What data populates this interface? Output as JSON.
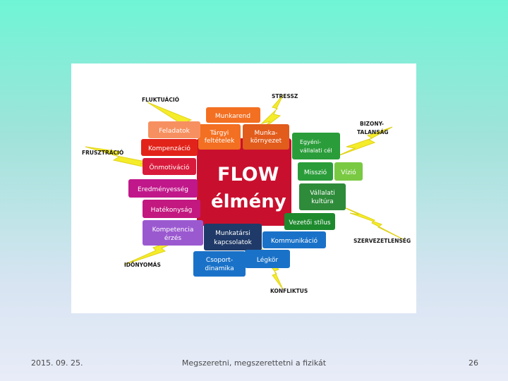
{
  "footer": {
    "date": "2015. 09. 25.",
    "title": "Megszeretni, megszerettetni a fizikát",
    "page": "26"
  },
  "center": {
    "line1": "FLOW",
    "line2": "élmény"
  },
  "boxes": {
    "munkarend": "Munkarend",
    "feladatok": "Feladatok",
    "targyi_1": "Tárgyi",
    "targyi_2": "feltételek",
    "munkakornyezet_1": "Munka-",
    "munkakornyezet_2": "környezet",
    "kompenzacio": "Kompenzáció",
    "egyeni_1": "Egyéni-",
    "egyeni_2": "vállalati cél",
    "onmotivacio": "Önmotiváció",
    "misszio": "Misszió",
    "vizio": "Vízió",
    "eredmenyesseg": "Eredményesség",
    "vallalati_1": "Vállalati",
    "vallalati_2": "kultúra",
    "hatekonysag": "Hatékonyság",
    "vezetoi": "Vezetői stílus",
    "kompetencia_1": "Kompetencia",
    "kompetencia_2": "érzés",
    "munkatarsi_1": "Munkatársi",
    "munkatarsi_2": "kapcsolatok",
    "kommunikacio": "Kommunikáció",
    "csoport_1": "Csoport-",
    "csoport_2": "dinamika",
    "legkor": "Légkör"
  },
  "bolts": {
    "fluktuacio": "FLUKTUÁCIÓ",
    "stressz": "STRESSZ",
    "bizony_1": "BIZONY-",
    "bizony_2": "TALANSÁG",
    "frusztracio": "FRUSZTRÁCIÓ",
    "szervezetlenseg": "SZERVEZETLENSÉG",
    "idonyomas": "IDŐNYOMÁS",
    "konfliktus": "KONFLIKTUS"
  },
  "colors": {
    "center": "#c8102e",
    "orange": "#f36f21",
    "salmon": "#f79060",
    "red": "#e2231a",
    "magenta": "#c0178a",
    "purple": "#9b59d0",
    "navy": "#1f3a68",
    "blue": "#1a72c8",
    "green": "#2a9d3a",
    "lightgreen": "#7ac943",
    "bolt": "#f5ec2a"
  }
}
